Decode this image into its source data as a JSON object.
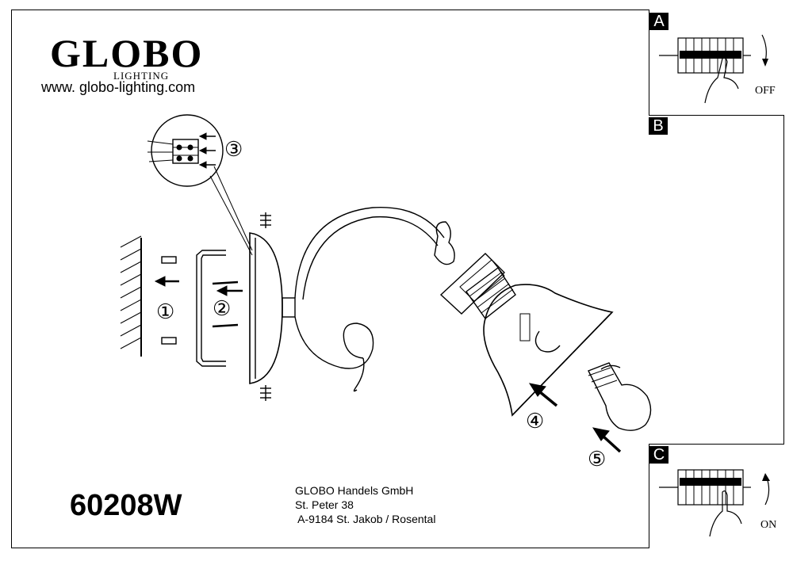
{
  "brand": {
    "name": "GLOBO",
    "subline": "LIGHTING",
    "website": "www. globo-lighting.com"
  },
  "model": "60208W",
  "company": {
    "line1": "GLOBO Handels GmbH",
    "line2": "St. Peter 38",
    "line3": " A-9184 St. Jakob / Rosental"
  },
  "panels": {
    "a_label": "A",
    "b_label": "B",
    "c_label": "C",
    "off_text": "OFF",
    "on_text": "ON"
  },
  "steps": [
    "①",
    "②",
    "③",
    "④",
    "⑤"
  ]
}
